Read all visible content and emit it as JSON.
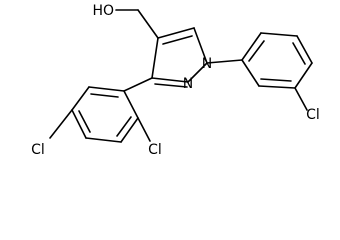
{
  "structure": {
    "labels": {
      "hydroxyl": "HO",
      "pyrazole_n2": "N",
      "pyrazole_n1": "N",
      "chlorine_left": "Cl",
      "chlorine_center": "Cl",
      "chlorine_right": "Cl"
    },
    "colors": {
      "bond": "#000000",
      "label": "#000000",
      "background": "#ffffff"
    }
  }
}
